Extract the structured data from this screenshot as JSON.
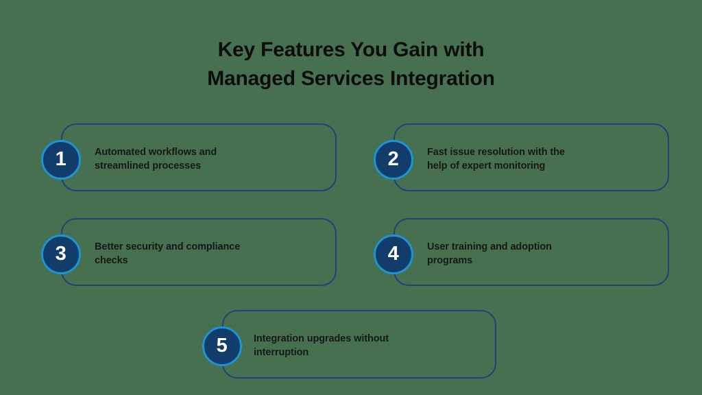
{
  "page": {
    "background_color": "#477050"
  },
  "title": {
    "line1": "Key Features You Gain with",
    "line2": "Managed Services Integration",
    "color": "#0d0d0d"
  },
  "theme": {
    "badge_fill": "#123d6b",
    "badge_ring": "#1c95d4",
    "badge_number_color": "#ffffff",
    "card_border": "#1b4578",
    "body_text_color": "#171717"
  },
  "features": [
    {
      "number": "1",
      "line1": "Automated workflows and",
      "line2": "streamlined processes"
    },
    {
      "number": "2",
      "line1": "Fast issue resolution with the",
      "line2": "help of expert monitoring"
    },
    {
      "number": "3",
      "line1": "Better security and compliance",
      "line2": "checks"
    },
    {
      "number": "4",
      "line1": "User training and adoption",
      "line2": "programs"
    },
    {
      "number": "5",
      "line1": "Integration upgrades without",
      "line2": "interruption"
    }
  ]
}
